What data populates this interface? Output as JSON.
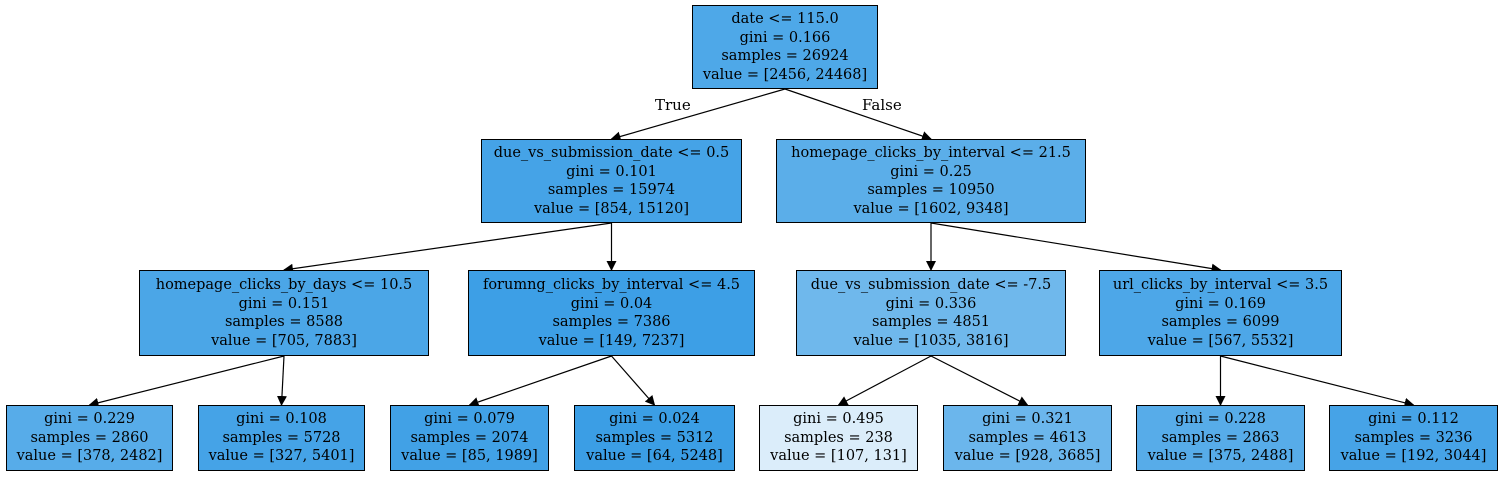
{
  "tree": {
    "edge_labels": {
      "true_label": "True",
      "false_label": "False"
    },
    "nodes": [
      {
        "id": "n0",
        "lines": [
          "date <= 115.0",
          "gini = 0.166",
          "samples = 26924",
          "value = [2456, 24468]"
        ],
        "fill": "#4ea8e8"
      },
      {
        "id": "n1",
        "lines": [
          "due_vs_submission_date <= 0.5",
          "gini = 0.101",
          "samples = 15974",
          "value = [854, 15120]"
        ],
        "fill": "#45a3e7"
      },
      {
        "id": "n2",
        "lines": [
          "homepage_clicks_by_interval <= 21.5",
          "gini = 0.25",
          "samples = 10950",
          "value = [1602, 9348]"
        ],
        "fill": "#5baee9"
      },
      {
        "id": "n3",
        "lines": [
          "homepage_clicks_by_days <= 10.5",
          "gini = 0.151",
          "samples = 8588",
          "value = [705, 7883]"
        ],
        "fill": "#4ba6e7"
      },
      {
        "id": "n4",
        "lines": [
          "forumng_clicks_by_interval <= 4.5",
          "gini = 0.04",
          "samples = 7386",
          "value = [149, 7237]"
        ],
        "fill": "#3d9fe6"
      },
      {
        "id": "n5",
        "lines": [
          "due_vs_submission_date <= -7.5",
          "gini = 0.336",
          "samples = 4851",
          "value = [1035, 3816]"
        ],
        "fill": "#6fb8ec"
      },
      {
        "id": "n6",
        "lines": [
          "url_clicks_by_interval <= 3.5",
          "gini = 0.169",
          "samples = 6099",
          "value = [567, 5532]"
        ],
        "fill": "#4da7e8"
      },
      {
        "id": "n7",
        "lines": [
          "gini = 0.229",
          "samples = 2860",
          "value = [378, 2482]"
        ],
        "fill": "#57ace9"
      },
      {
        "id": "n8",
        "lines": [
          "gini = 0.108",
          "samples = 5728",
          "value = [327, 5401]"
        ],
        "fill": "#45a3e7"
      },
      {
        "id": "n9",
        "lines": [
          "gini = 0.079",
          "samples = 2074",
          "value = [85, 1989]"
        ],
        "fill": "#41a1e6"
      },
      {
        "id": "n10",
        "lines": [
          "gini = 0.024",
          "samples = 5312",
          "value = [64, 5248]"
        ],
        "fill": "#3b9ee5"
      },
      {
        "id": "n11",
        "lines": [
          "gini = 0.495",
          "samples = 238",
          "value = [107, 131]"
        ],
        "fill": "#dbedfa"
      },
      {
        "id": "n12",
        "lines": [
          "gini = 0.321",
          "samples = 4613",
          "value = [928, 3685]"
        ],
        "fill": "#6bb6ec"
      },
      {
        "id": "n13",
        "lines": [
          "gini = 0.228",
          "samples = 2863",
          "value = [375, 2488]"
        ],
        "fill": "#57ace9"
      },
      {
        "id": "n14",
        "lines": [
          "gini = 0.112",
          "samples = 3236",
          "value = [192, 3044]"
        ],
        "fill": "#46a3e7"
      }
    ],
    "edges": [
      {
        "from": "n0",
        "to": "n1"
      },
      {
        "from": "n0",
        "to": "n2"
      },
      {
        "from": "n1",
        "to": "n3"
      },
      {
        "from": "n1",
        "to": "n4"
      },
      {
        "from": "n2",
        "to": "n5"
      },
      {
        "from": "n2",
        "to": "n6"
      },
      {
        "from": "n3",
        "to": "n7"
      },
      {
        "from": "n3",
        "to": "n8"
      },
      {
        "from": "n4",
        "to": "n9"
      },
      {
        "from": "n4",
        "to": "n10"
      },
      {
        "from": "n5",
        "to": "n11"
      },
      {
        "from": "n5",
        "to": "n12"
      },
      {
        "from": "n6",
        "to": "n13"
      },
      {
        "from": "n6",
        "to": "n14"
      }
    ]
  }
}
